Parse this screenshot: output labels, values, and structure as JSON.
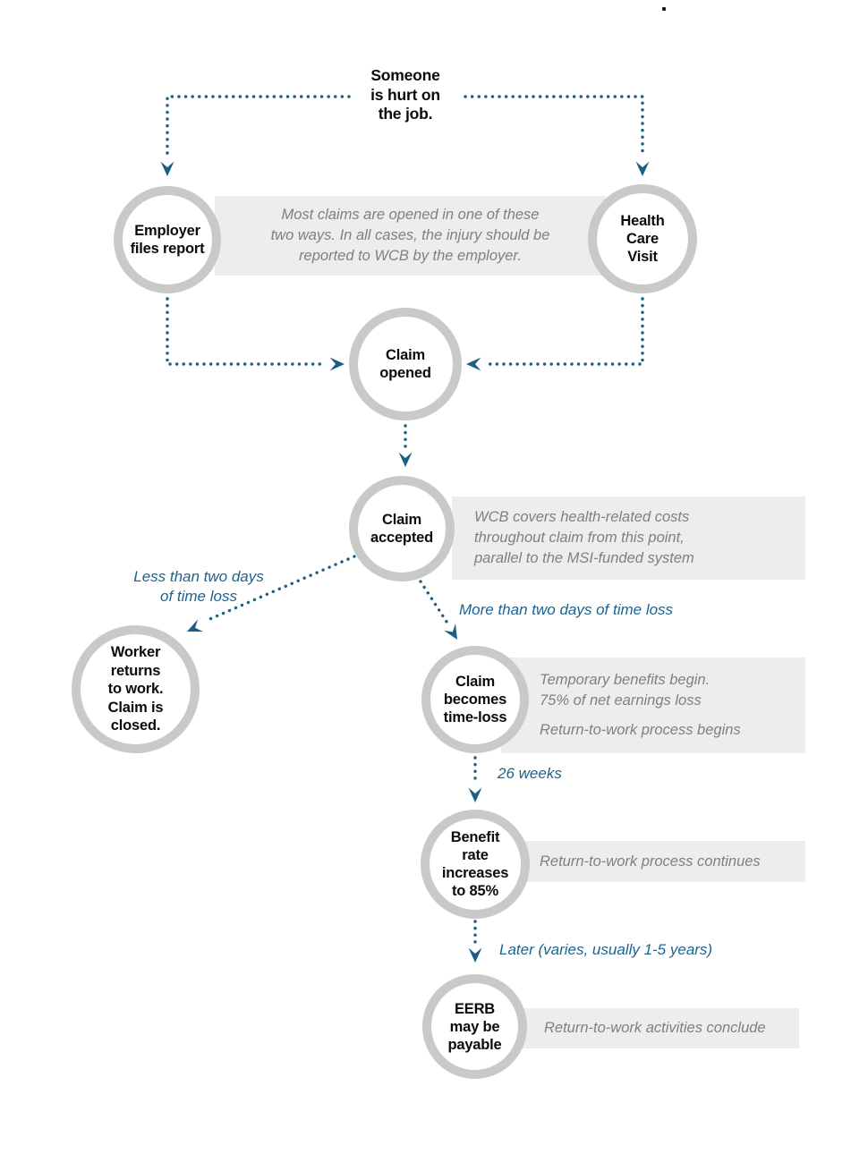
{
  "stray_mark": ".",
  "colors": {
    "accent_blue": "#1b5f85",
    "label_blue": "#1d6390",
    "ring_gray": "#c9c9c9",
    "note_bg": "#ededee",
    "note_text": "#7e8083"
  },
  "start": {
    "text": "Someone\nis hurt on\nthe job."
  },
  "nodes": [
    {
      "id": "employer-files-report",
      "label": "Employer\nfiles report"
    },
    {
      "id": "health-care-visit",
      "label": "Health\nCare\nVisit"
    },
    {
      "id": "claim-opened",
      "label": "Claim\nopened"
    },
    {
      "id": "claim-accepted",
      "label": "Claim\naccepted"
    },
    {
      "id": "worker-returns-claim-closed",
      "label": "Worker\nreturns\nto work.\nClaim is\nclosed."
    },
    {
      "id": "claim-becomes-time-loss",
      "label": "Claim\nbecomes\ntime-loss"
    },
    {
      "id": "benefit-rate-increases",
      "label": "Benefit\nrate\nincreases\nto 85%"
    },
    {
      "id": "eerb-may-be-payable",
      "label": "EERB\nmay be\npayable"
    }
  ],
  "notes": [
    {
      "text": "Most claims are opened in one of these\ntwo ways. In all cases, the injury should be\nreported to WCB by the employer."
    },
    {
      "text": "WCB covers health-related costs\nthroughout claim from this point,\nparallel to the MSI-funded system"
    },
    {
      "text_primary": "Temporary benefits begin.\n75% of net earnings loss",
      "text_secondary": "Return-to-work process begins"
    },
    {
      "text": "Return-to-work process continues"
    },
    {
      "text": "Return-to-work activities conclude"
    }
  ],
  "edge_labels": [
    {
      "text": "Less than two days\nof time loss"
    },
    {
      "text": "More than two days of time loss"
    },
    {
      "text": "26 weeks"
    },
    {
      "text": "Later (varies, usually 1-5 years)"
    }
  ]
}
